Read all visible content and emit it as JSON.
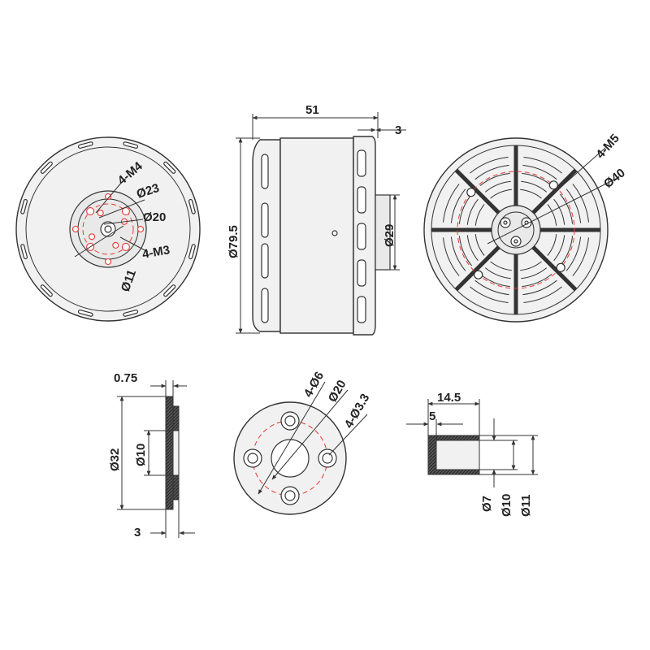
{
  "views": {
    "front": {
      "labels": [
        "4-M4",
        "Ø23",
        "Ø20",
        "4-M3",
        "Ø11"
      ]
    },
    "side": {
      "labels": [
        "51",
        "3",
        "Ø79.5",
        "Ø29"
      ]
    },
    "back": {
      "labels": [
        "4-M5",
        "Ø40"
      ]
    },
    "spacer": {
      "labels": [
        "0.75",
        "Ø32",
        "Ø10",
        "3"
      ]
    },
    "prop_adapter": {
      "labels": [
        "4-Ø6",
        "Ø20",
        "4-Ø3.3"
      ]
    },
    "sleeve": {
      "labels": [
        "14.5",
        "5",
        "Ø7",
        "Ø10",
        "Ø11"
      ]
    }
  },
  "colors": {
    "line": "#333333",
    "pcd_circle": "#e53935",
    "fill": "#f1f1f1"
  }
}
